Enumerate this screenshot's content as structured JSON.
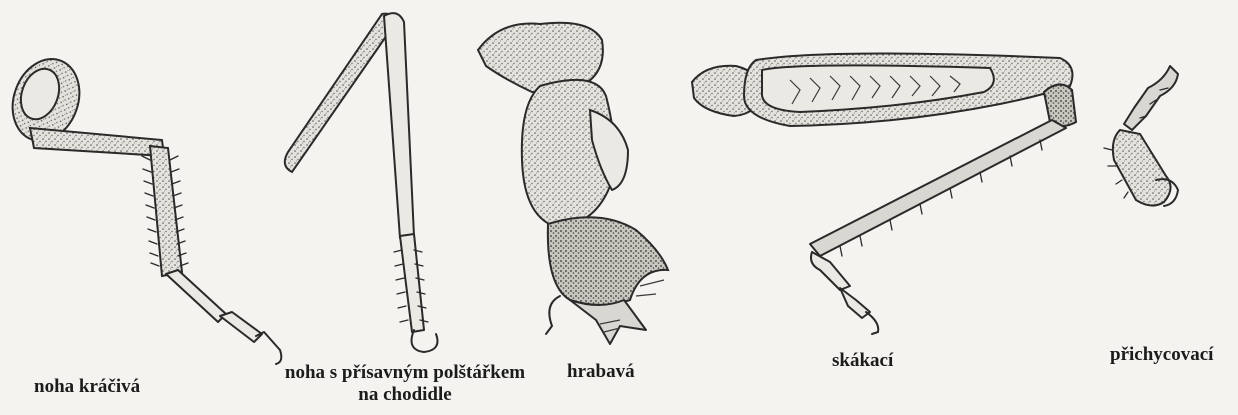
{
  "labels": {
    "walking": "noha kráčivá",
    "suction_line1": "noha s přísavným polštářkem",
    "suction_line2": "na chodidle",
    "digging": "hrabavá",
    "jumping": "skákací",
    "clinging": "přichycovací"
  },
  "colors": {
    "background": "#f4f3ef",
    "ink": "#2a2a2a",
    "shading": "#d9d7d1"
  }
}
